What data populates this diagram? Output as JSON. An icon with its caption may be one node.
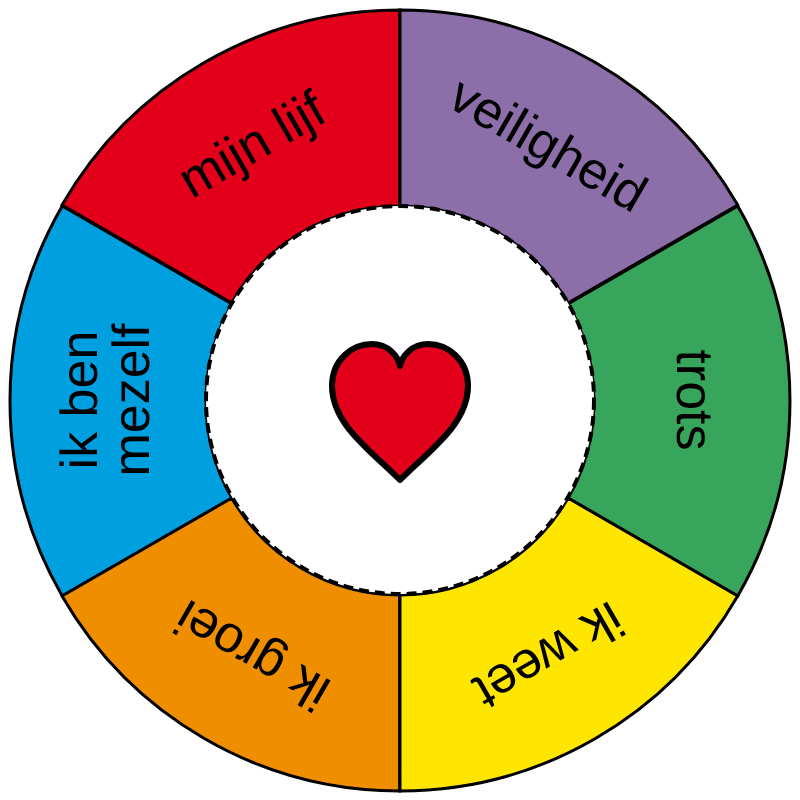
{
  "diagram": {
    "nodes": [
      {
        "text": [
          "mijn lijf"
        ]
      },
      {
        "text": [
          "veiligheid"
        ]
      },
      {
        "text": [
          "ik ben mezelf"
        ]
      },
      {
        "text": [
          "trots"
        ]
      },
      {
        "text": [
          "ik groei"
        ]
      },
      {
        "text": [
          "ik weet"
        ]
      }
    ]
  }
}
